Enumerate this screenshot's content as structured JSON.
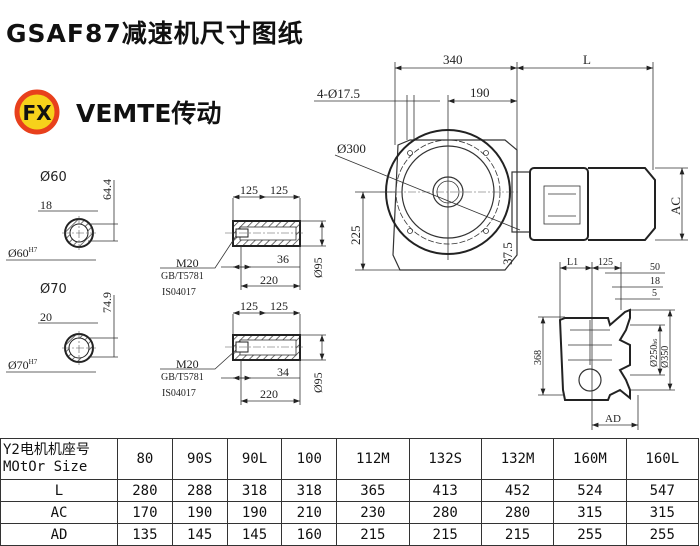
{
  "title": "GSAF87减速机尺寸图纸",
  "logo": {
    "mark": "FX",
    "text": "VEMTE传动",
    "ring_color": "#e8401c",
    "fill_color": "#f6d21b"
  },
  "hollow_shafts": [
    {
      "diameter": "Ø60",
      "key_width": "18",
      "height": "64.4",
      "bore": "Ø60",
      "bore_tol": "H7"
    },
    {
      "diameter": "Ø70",
      "key_width": "20",
      "height": "74.9",
      "bore": "Ø70",
      "bore_tol": "H7"
    }
  ],
  "shaft_sections": [
    {
      "left": "125",
      "right": "125",
      "bolt": "M20",
      "std1": "GB/T5781",
      "std2": "IS04017",
      "depth": "36",
      "length": "220",
      "diameter": "Ø95"
    },
    {
      "left": "125",
      "right": "125",
      "bolt": "M20",
      "std1": "GB/T5781",
      "std2": "IS04017",
      "depth": "34",
      "length": "220",
      "diameter": "Ø95"
    }
  ],
  "front_view": {
    "width": "340",
    "motor_length": "L",
    "holes": "4-Ø17.5",
    "offset": "190",
    "flange": "Ø300",
    "center_height": "225",
    "bottom": "37.5",
    "motor_height": "AC"
  },
  "side_view": {
    "l1": "L1",
    "w125": "125",
    "d50": "50",
    "d18": "18",
    "d5": "5",
    "height": "368",
    "spigot": "Ø250",
    "spigot_tol": "h6",
    "flange": "Ø350",
    "ad": "AD"
  },
  "table": {
    "header_line1": "Y2电机机座号",
    "header_line2": "MOtOr Size",
    "sizes": [
      "80",
      "90S",
      "90L",
      "100",
      "112M",
      "132S",
      "132M",
      "160M",
      "160L"
    ],
    "rows": [
      {
        "label": "L",
        "values": [
          "280",
          "288",
          "318",
          "318",
          "365",
          "413",
          "452",
          "524",
          "547"
        ]
      },
      {
        "label": "AC",
        "values": [
          "170",
          "190",
          "190",
          "210",
          "230",
          "280",
          "280",
          "315",
          "315"
        ]
      },
      {
        "label": "AD",
        "values": [
          "135",
          "145",
          "145",
          "160",
          "215",
          "215",
          "215",
          "255",
          "255"
        ]
      }
    ]
  }
}
